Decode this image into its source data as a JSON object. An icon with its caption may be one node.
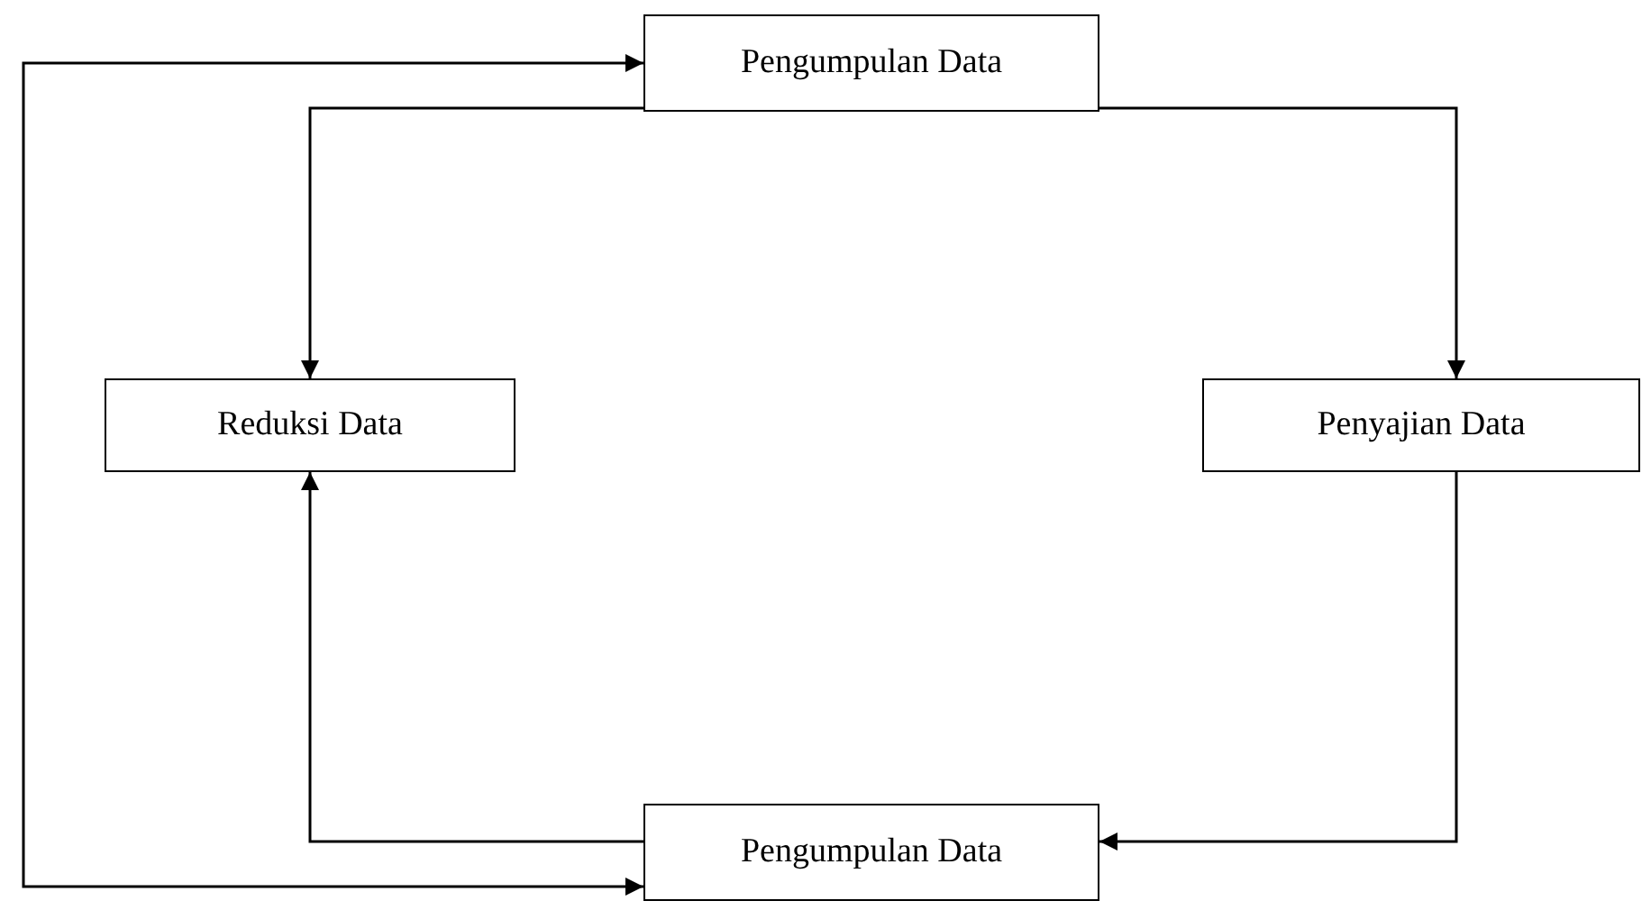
{
  "diagram": {
    "nodes": [
      {
        "text": [
          "Pengumpulan Data"
        ]
      },
      {
        "text": [
          "Reduksi Data"
        ]
      },
      {
        "text": [
          "Penyajian Data"
        ]
      },
      {
        "text": [
          "Pengumpulan Data"
        ]
      }
    ],
    "edges": [
      {
        "from": 0,
        "to": 1,
        "arrow": "to"
      },
      {
        "from": 0,
        "to": 2,
        "arrow": "to"
      },
      {
        "from": 2,
        "to": 3,
        "arrow": "to"
      },
      {
        "from": 3,
        "to": 1,
        "arrow": "to"
      },
      {
        "from": 0,
        "to": 3,
        "arrow": "both"
      }
    ]
  }
}
